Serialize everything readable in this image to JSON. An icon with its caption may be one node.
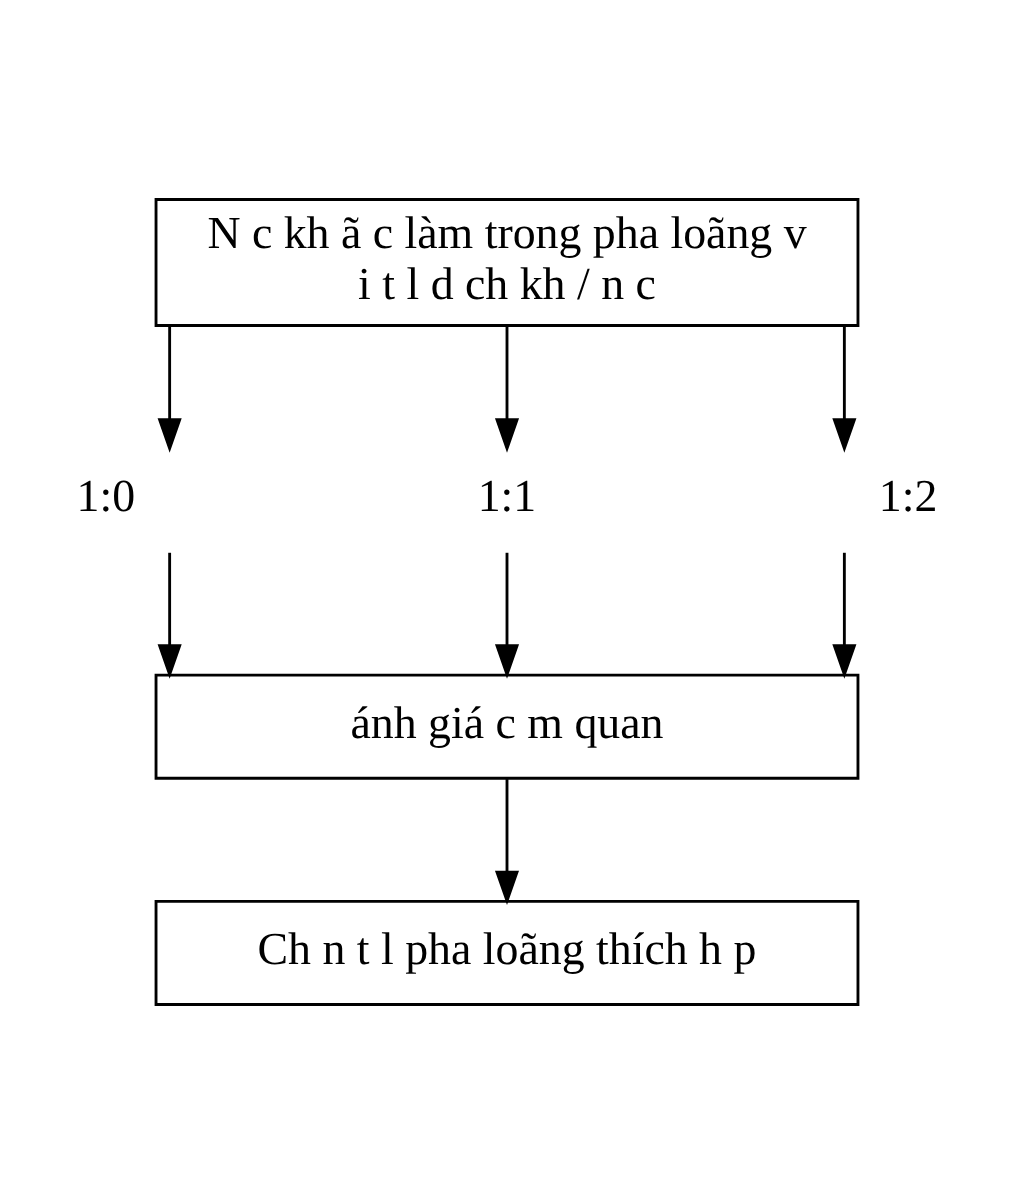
{
  "diagram": {
    "nodes": [
      {
        "text": [
          "N c kh ã c làm trong pha loãng v i t l d ch kh / n c"
        ]
      },
      {
        "text": [
          "1:0"
        ]
      },
      {
        "text": [
          "1:1"
        ]
      },
      {
        "text": [
          "1:2"
        ]
      },
      {
        "text": [
          "ánh giá c m quan"
        ]
      },
      {
        "text": [
          "Ch n t l pha loãng thích h p"
        ]
      }
    ],
    "edges": [
      {
        "from": 0,
        "to": 1,
        "arrow": "to"
      },
      {
        "from": 0,
        "to": 2,
        "arrow": "to"
      },
      {
        "from": 0,
        "to": 3,
        "arrow": "to"
      },
      {
        "from": 1,
        "to": 4,
        "arrow": "to"
      },
      {
        "from": 2,
        "to": 4,
        "arrow": "to"
      },
      {
        "from": 3,
        "to": 4,
        "arrow": "to"
      },
      {
        "from": 4,
        "to": 5,
        "arrow": "to"
      }
    ]
  }
}
